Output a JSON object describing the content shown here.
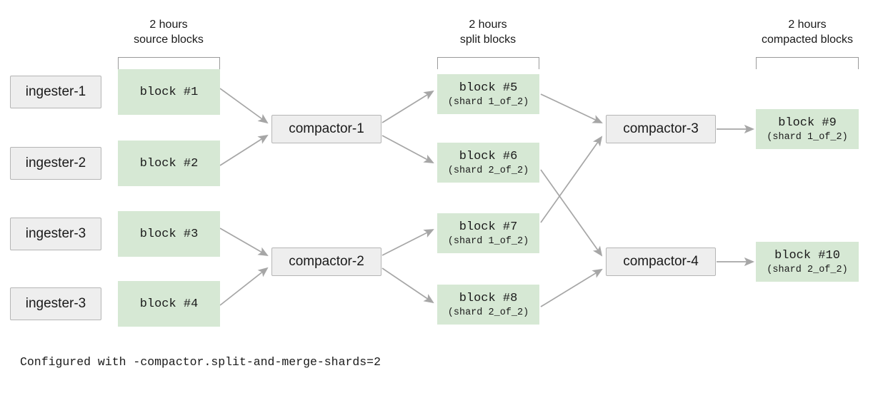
{
  "diagram": {
    "title_note": "Configured with -compactor.split-and-merge-shards=2",
    "column_headers": [
      {
        "id": "source",
        "line1": "2 hours",
        "line2": "source blocks"
      },
      {
        "id": "split",
        "line1": "2 hours",
        "line2": "split blocks"
      },
      {
        "id": "compacted",
        "line1": "2 hours",
        "line2": "compacted blocks"
      }
    ],
    "ingesters": [
      {
        "id": "ingester-1",
        "label": "ingester-1"
      },
      {
        "id": "ingester-2",
        "label": "ingester-2"
      },
      {
        "id": "ingester-3",
        "label": "ingester-3"
      },
      {
        "id": "ingester-4",
        "label": "ingester-3"
      }
    ],
    "source_blocks": [
      {
        "id": "block-1",
        "label": "block #1",
        "shard": ""
      },
      {
        "id": "block-2",
        "label": "block #2",
        "shard": ""
      },
      {
        "id": "block-3",
        "label": "block #3",
        "shard": ""
      },
      {
        "id": "block-4",
        "label": "block #4",
        "shard": ""
      }
    ],
    "split_blocks": [
      {
        "id": "block-5",
        "label": "block #5",
        "shard": "(shard 1_of_2)"
      },
      {
        "id": "block-6",
        "label": "block #6",
        "shard": "(shard 2_of_2)"
      },
      {
        "id": "block-7",
        "label": "block #7",
        "shard": "(shard 1_of_2)"
      },
      {
        "id": "block-8",
        "label": "block #8",
        "shard": "(shard 2_of_2)"
      }
    ],
    "compacted_blocks": [
      {
        "id": "block-9",
        "label": "block #9",
        "shard": "(shard 1_of_2)"
      },
      {
        "id": "block-10",
        "label": "block #10",
        "shard": "(shard 2_of_2)"
      }
    ],
    "compactors": [
      {
        "id": "compactor-1",
        "label": "compactor-1"
      },
      {
        "id": "compactor-2",
        "label": "compactor-2"
      },
      {
        "id": "compactor-3",
        "label": "compactor-3"
      },
      {
        "id": "compactor-4",
        "label": "compactor-4"
      }
    ],
    "colors": {
      "block_fill": "#d6e8d4",
      "node_fill": "#eeeeee",
      "node_border": "#b5b5b5",
      "arrow": "#a6a6a6",
      "bracket": "#9a9a9a",
      "text": "#1a1a1a",
      "background": "#ffffff"
    },
    "edges": [
      {
        "from": "block-1",
        "to": "compactor-1"
      },
      {
        "from": "block-2",
        "to": "compactor-1"
      },
      {
        "from": "block-3",
        "to": "compactor-2"
      },
      {
        "from": "block-4",
        "to": "compactor-2"
      },
      {
        "from": "compactor-1",
        "to": "block-5"
      },
      {
        "from": "compactor-1",
        "to": "block-6"
      },
      {
        "from": "compactor-2",
        "to": "block-7"
      },
      {
        "from": "compactor-2",
        "to": "block-8"
      },
      {
        "from": "block-5",
        "to": "compactor-3"
      },
      {
        "from": "block-7",
        "to": "compactor-3"
      },
      {
        "from": "block-6",
        "to": "compactor-4"
      },
      {
        "from": "block-8",
        "to": "compactor-4"
      },
      {
        "from": "compactor-3",
        "to": "block-9"
      },
      {
        "from": "compactor-4",
        "to": "block-10"
      }
    ]
  }
}
